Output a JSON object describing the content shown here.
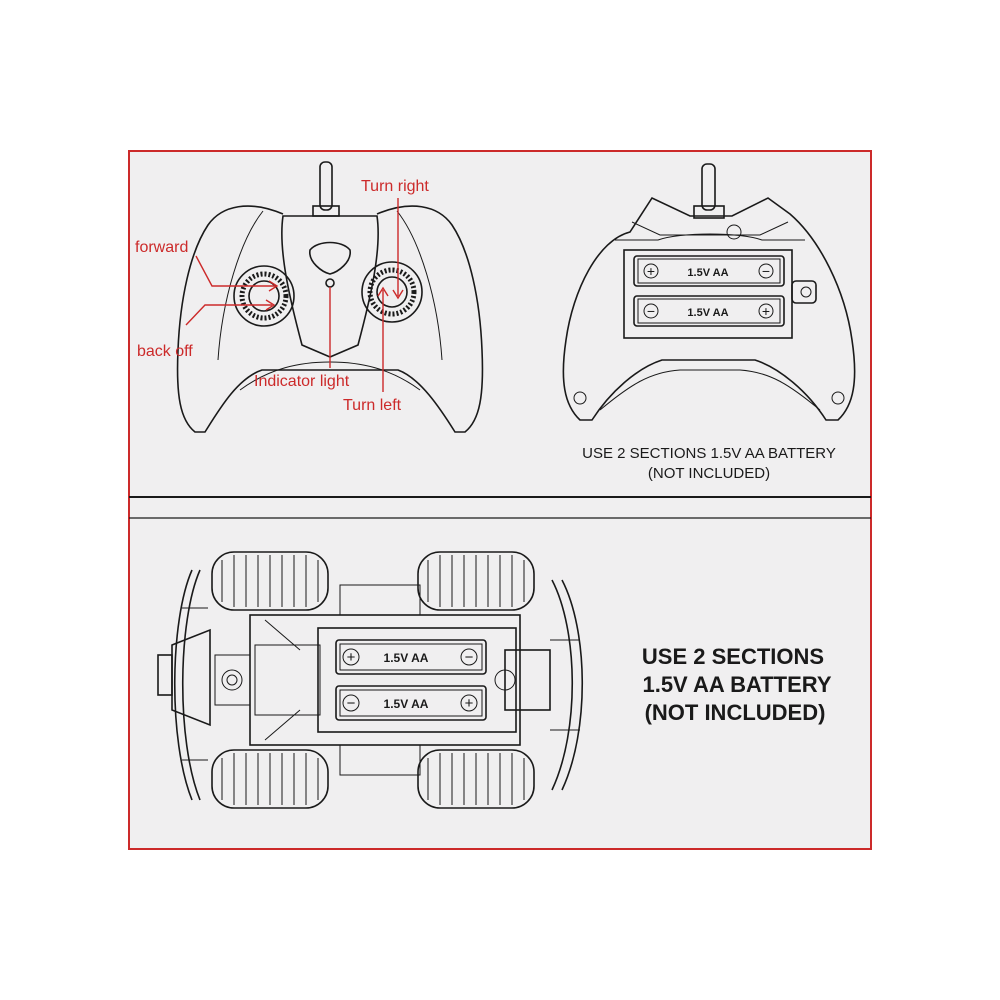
{
  "colors": {
    "accent_red": "#cc2a2a",
    "line": "#1a1a1a",
    "panel": "#f0eff0"
  },
  "controller_labels": {
    "turn_right": "Turn right",
    "forward": "forward",
    "back_off": "back off",
    "indicator_light": "Indicator light",
    "turn_left": "Turn left"
  },
  "battery": {
    "cell_label": "1.5V  AA",
    "plus": "+",
    "minus": "−"
  },
  "controller_battery_note": {
    "line1": "USE 2 SECTIONS 1.5V AA BATTERY",
    "line2": "(NOT INCLUDED)"
  },
  "car_battery_note": {
    "line1": "USE 2 SECTIONS",
    "line2": "1.5V AA BATTERY",
    "line3": "(NOT INCLUDED)"
  }
}
